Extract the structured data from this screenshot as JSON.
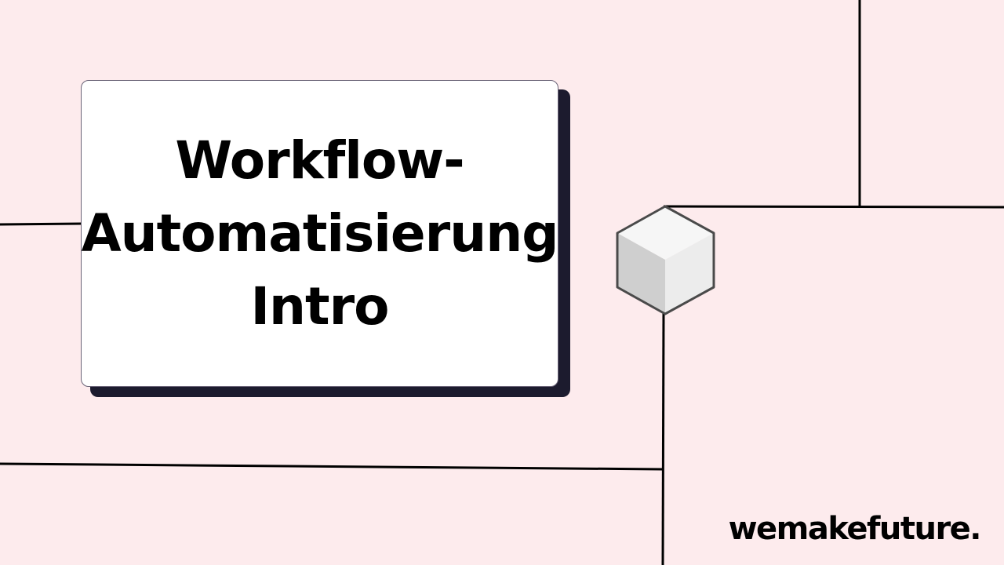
{
  "colors": {
    "background": "#fdebed",
    "card": "#ffffff",
    "card_shadow": "#1c1b2e",
    "lines": "#000000"
  },
  "title": {
    "line1": "Workflow-",
    "line2": "Automatisierung",
    "line3": "Intro"
  },
  "brand": {
    "logo_text": "wemakefuture."
  },
  "icons": {
    "cube": "cube-icon"
  }
}
